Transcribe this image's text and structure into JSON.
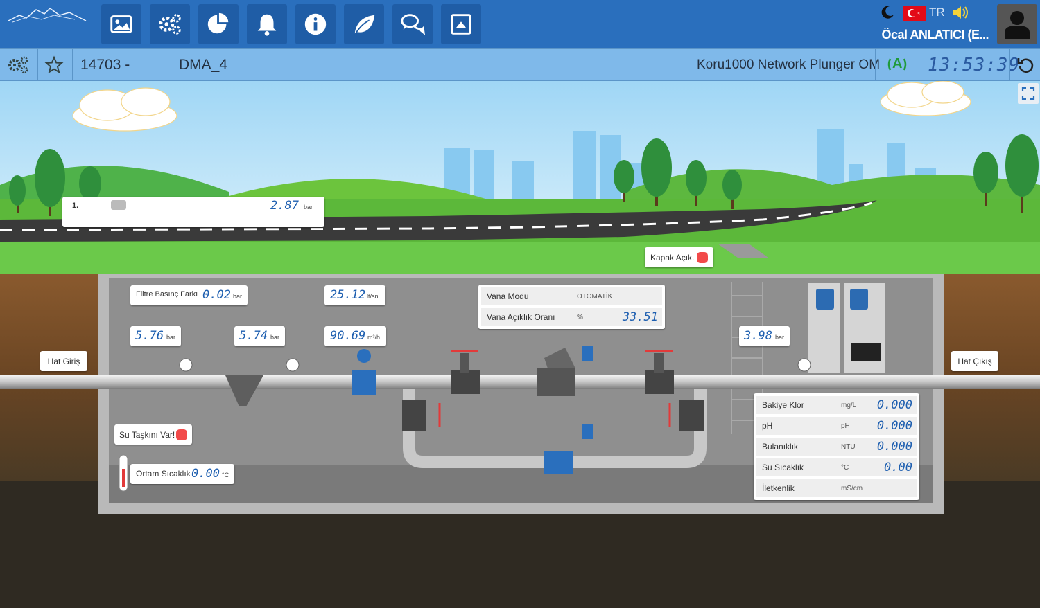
{
  "header": {
    "nav_buttons": [
      {
        "icon": "image-icon"
      },
      {
        "icon": "gears-icon"
      },
      {
        "icon": "pie-chart-icon"
      },
      {
        "icon": "bell-icon"
      },
      {
        "icon": "info-icon"
      },
      {
        "icon": "leaf-icon"
      },
      {
        "icon": "chat-icon"
      },
      {
        "icon": "window-icon"
      }
    ],
    "language": "TR",
    "user_name": "Öcal ANLATICI (E...",
    "colors": {
      "topbar": "#2a6fbd",
      "subbar": "#7fb9ea",
      "accent": "#1f5da6"
    }
  },
  "subbar": {
    "station_id": "14703 -",
    "station_name": "DMA_4",
    "device_name": "Koru1000 Network Plunger OM",
    "signal_label": "A",
    "clock": "13:53:39"
  },
  "scene": {
    "road_sensor": {
      "label": "1.",
      "value": "2.87",
      "unit": "bar"
    },
    "lid_status": {
      "label": "Kapak Açık."
    },
    "line_in": "Hat Giriş",
    "line_out": "Hat Çıkış",
    "filter_diff": {
      "label": "Filtre Basınç Farkı",
      "value": "0.02",
      "unit": "bar"
    },
    "flow": {
      "value": "25.12",
      "unit": "lt/sn"
    },
    "pressure_1": {
      "value": "5.76",
      "unit": "bar"
    },
    "pressure_2": {
      "value": "5.74",
      "unit": "bar"
    },
    "total_flow": {
      "value": "90.69",
      "unit": "m³/h"
    },
    "pressure_3": {
      "value": "3.98",
      "unit": "bar"
    },
    "valve": {
      "mode_label": "Vana Modu",
      "mode_value": "OTOMATİK",
      "ratio_label": "Vana Açıklık Oranı",
      "ratio_unit": "%",
      "ratio_value": "33.51"
    },
    "flood": {
      "label": "Su Taşkını Var!"
    },
    "ambient": {
      "label": "Ortam Sıcaklık",
      "value": "0.00",
      "unit": "°C"
    },
    "quality": [
      {
        "label": "Bakiye Klor",
        "unit": "mg/L",
        "value": "0.000"
      },
      {
        "label": "pH",
        "unit": "pH",
        "value": "0.000"
      },
      {
        "label": "Bulanıklık",
        "unit": "NTU",
        "value": "0.000"
      },
      {
        "label": "Su Sıcaklık",
        "unit": "°C",
        "value": "0.00"
      },
      {
        "label": "İletkenlik",
        "unit": "mS/cm",
        "value": ""
      }
    ]
  }
}
